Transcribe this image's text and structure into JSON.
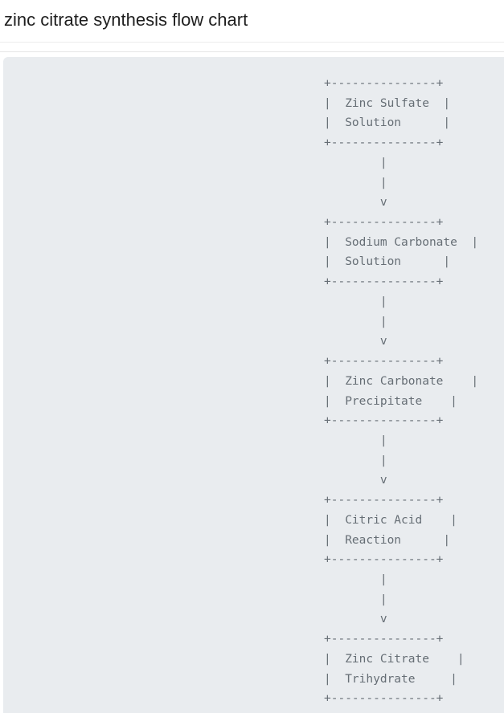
{
  "header": {
    "title": "zinc citrate synthesis flow chart"
  },
  "code_block": {
    "lines": [
      "+---------------+",
      "|  Zinc Sulfate  |",
      "|  Solution      |",
      "+---------------+",
      "        |",
      "        |",
      "        v",
      "+---------------+",
      "|  Sodium Carbonate  |",
      "|  Solution      |",
      "+---------------+",
      "        |",
      "        |",
      "        v",
      "+---------------+",
      "|  Zinc Carbonate    |",
      "|  Precipitate    |",
      "+---------------+",
      "        |",
      "        |",
      "        v",
      "+---------------+",
      "|  Citric Acid    |",
      "|  Reaction      |",
      "+---------------+",
      "        |",
      "        |",
      "        v",
      "+---------------+",
      "|  Zinc Citrate    |",
      "|  Trihydrate     |",
      "+---------------+"
    ]
  }
}
